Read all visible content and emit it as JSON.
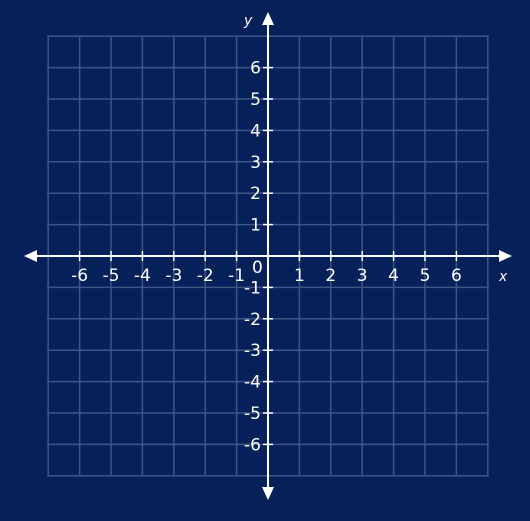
{
  "colors": {
    "background": "#06215a",
    "grid": "#3c5688",
    "axis": "#ffffff",
    "text": "#ffffff"
  },
  "chart_data": {
    "type": "scatter",
    "title": "",
    "xlabel": "x",
    "ylabel": "y",
    "xlim": [
      -7,
      7
    ],
    "ylim": [
      -7,
      7
    ],
    "grid": true,
    "x_ticks": [
      -6,
      -5,
      -4,
      -3,
      -2,
      -1,
      1,
      2,
      3,
      4,
      5,
      6
    ],
    "y_ticks": [
      -6,
      -5,
      -4,
      -3,
      -2,
      -1,
      1,
      2,
      3,
      4,
      5,
      6
    ],
    "origin_label": "0",
    "axis_arrows": "both",
    "series": []
  }
}
